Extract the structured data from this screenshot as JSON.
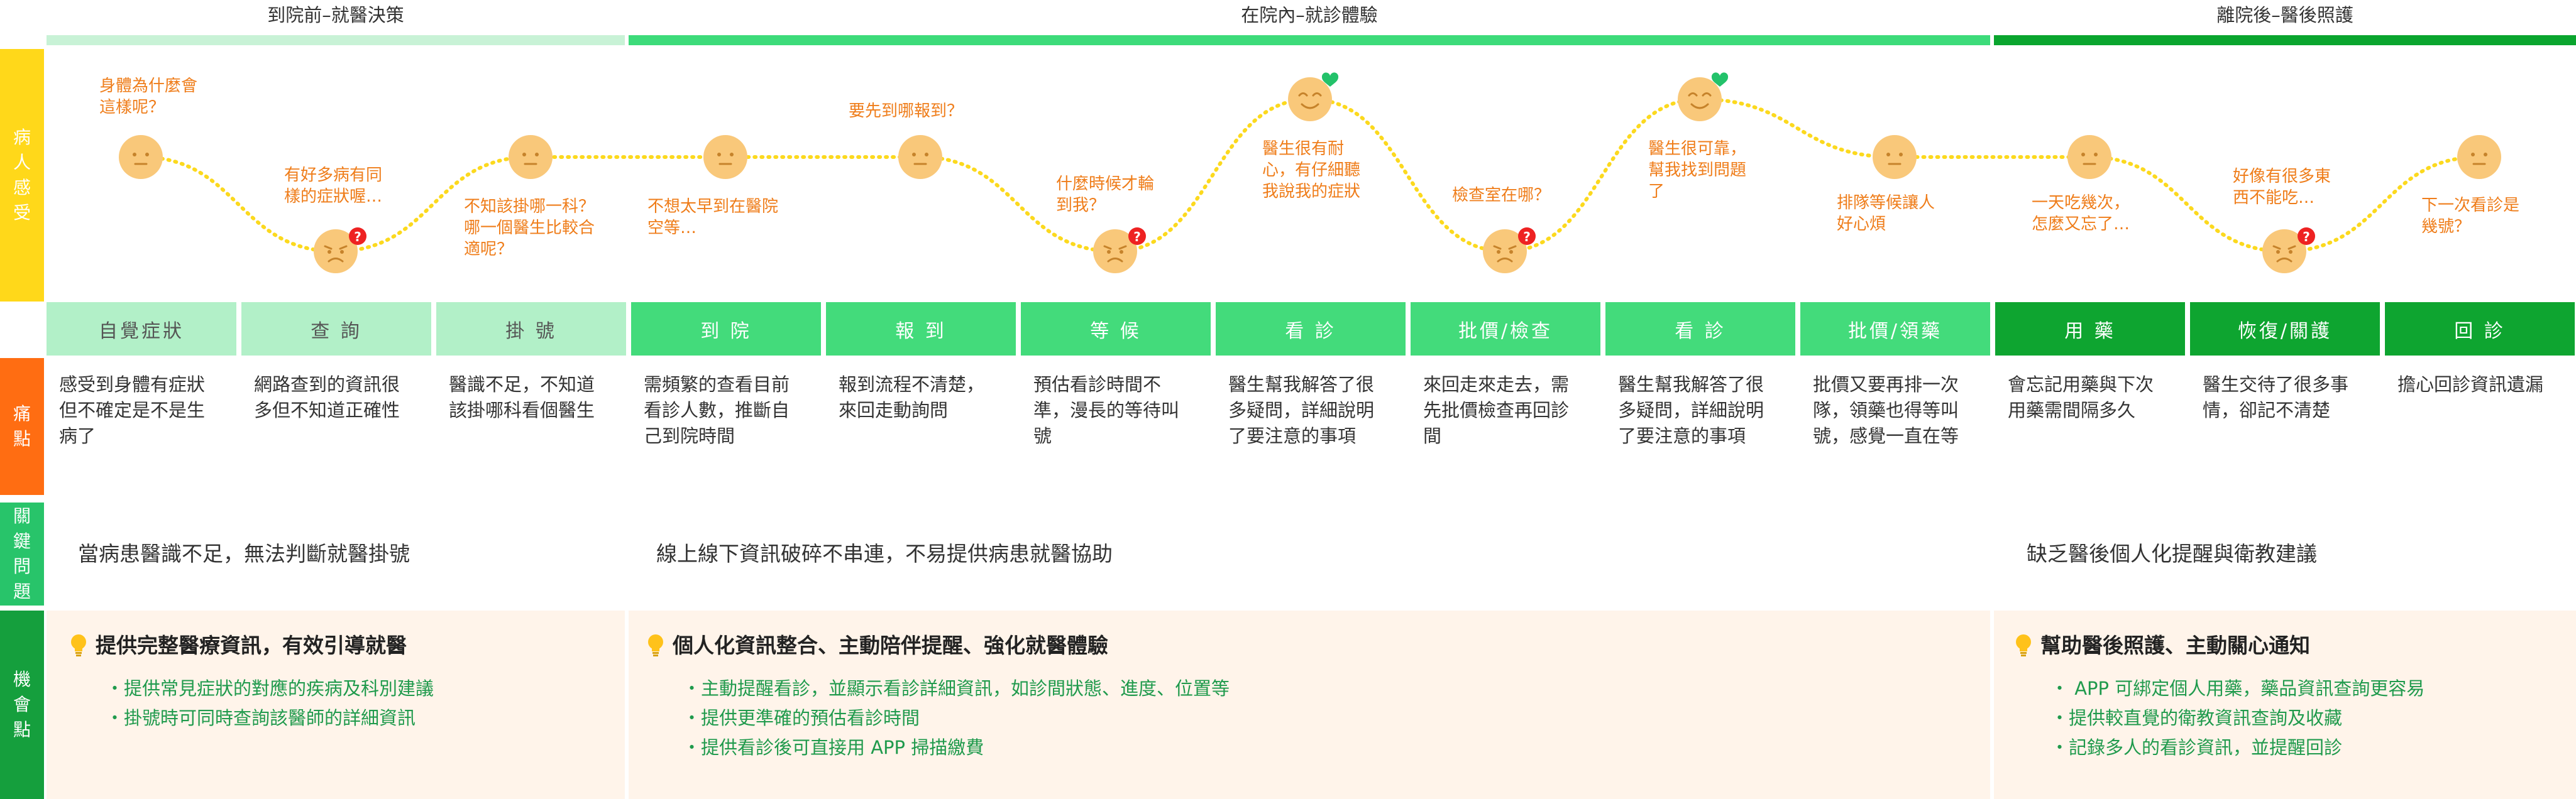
{
  "phases": [
    "到院前–就醫決策",
    "在院內–就診體驗",
    "離院後–醫後照護"
  ],
  "side_labels": {
    "feeling": "病人感受",
    "pain": "痛點",
    "issue": "關鍵問題",
    "opportunity": "機會點"
  },
  "emotions": [
    {
      "text": "身體為什麼會\n這樣呢？",
      "level": 1,
      "mood": "neutral"
    },
    {
      "text": "有好多病有同\n樣的症狀喔…",
      "level": 0,
      "mood": "sad"
    },
    {
      "text": "不知該掛哪一科？\n哪一個醫生比較合\n適呢？",
      "level": 1,
      "mood": "neutral"
    },
    {
      "text": "不想太早到在醫院\n空等…",
      "level": 1,
      "mood": "neutral"
    },
    {
      "text": "要先到哪報到？",
      "level": 1,
      "mood": "neutral"
    },
    {
      "text": "什麼時候才輪\n到我？",
      "level": 0,
      "mood": "sad"
    },
    {
      "text": "醫生很有耐\n心，有仔細聽\n我說我的症狀",
      "level": 2,
      "mood": "happy"
    },
    {
      "text": "檢查室在哪？",
      "level": 0,
      "mood": "sad"
    },
    {
      "text": "醫生很可靠，\n幫我找到問題\n了",
      "level": 2,
      "mood": "happy"
    },
    {
      "text": "排隊等候讓人\n好心煩",
      "level": 1,
      "mood": "neutral"
    },
    {
      "text": "一天吃幾次，\n怎麼又忘了…",
      "level": 1,
      "mood": "neutral"
    },
    {
      "text": "好像有很多東\n西不能吃…",
      "level": 0,
      "mood": "sad"
    },
    {
      "text": "下一次看診是\n幾號？",
      "level": 1,
      "mood": "neutral"
    }
  ],
  "stages": [
    "自覺症狀",
    "查 詢",
    "掛 號",
    "到 院",
    "報 到",
    "等 候",
    "看 診",
    "批價/檢查",
    "看 診",
    "批價/領藥",
    "用 藥",
    "恢復/關護",
    "回 診"
  ],
  "pains": [
    "感受到身體有症狀\n但不確定是不是生\n病了",
    "網路查到的資訊很\n多但不知道正確性",
    "醫識不足，不知道\n該掛哪科看個醫生",
    "需頻繁的查看目前\n看診人數，推斷自\n己到院時間",
    "報到流程不清楚，\n來回走動詢問",
    "預估看診時間不\n準，漫長的等待叫\n號",
    "醫生幫我解答了很\n多疑問，詳細說明\n了要注意的事項",
    "來回走來走去，需\n先批價檢查再回診\n間",
    "醫生幫我解答了很\n多疑問，詳細說明\n了要注意的事項",
    "批價又要再排一次\n隊，領藥也得等叫\n號，感覺一直在等",
    "會忘記用藥與下次\n用藥需間隔多久",
    "醫生交待了很多事\n情，卻記不清楚",
    "擔心回診資訊遺漏"
  ],
  "issues": [
    "當病患醫識不足，無法判斷就醫掛號",
    "線上線下資訊破碎不串連，不易提供病患就醫協助",
    "缺乏醫後個人化提醒與衛教建議"
  ],
  "opportunities": [
    {
      "title": "提供完整醫療資訊，有效引導就醫",
      "items": [
        "・提供常見症狀的對應的疾病及科別建議",
        "・掛號時可同時查詢該醫師的詳細資訊"
      ]
    },
    {
      "title": "個人化資訊整合、主動陪伴提醒、強化就醫體驗",
      "items": [
        "・主動提醒看診，並顯示看診詳細資訊，如診間狀態、進度、位置等",
        "・提供更準確的預估看診時間",
        "・提供看診後可直接用 APP 掃描繳費"
      ]
    },
    {
      "title": "幫助醫後照護、主動關心通知",
      "items": [
        "・ APP 可綁定個人用藥，藥品資訊查詢更容易",
        "・提供較直覺的衛教資訊查詢及收藏",
        "・記錄多人的看診資訊，並提醒回診"
      ]
    }
  ],
  "colors": {
    "phase1_bar": "#c8f2d6",
    "phase2_bar": "#3ddb7a",
    "phase3_bar": "#0aa52e",
    "feeling_side": "#ffd81a",
    "pain_side": "#ff6d12",
    "issue_side": "#28c46a",
    "opportunity_side": "#159f3d",
    "stage_phase1": "#b2f0c8",
    "stage_phase2": "#43db7b",
    "stage_phase3": "#0ea530",
    "face": "#f9c87a",
    "emotion_text": "#ef7d1a",
    "heart": "#23c26a",
    "question": "#ee2222",
    "curve": "#fcd91e",
    "opportunity_bg": "#fff4ea",
    "opportunity_item": "#1f9a4c"
  }
}
